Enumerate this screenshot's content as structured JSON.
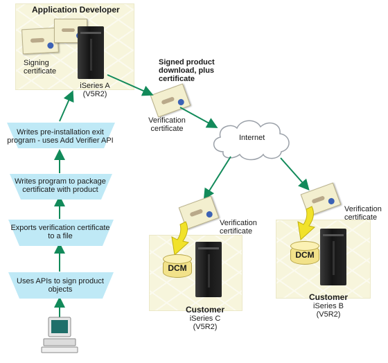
{
  "developer": {
    "title": "Application Developer",
    "signing_cert_label": "Signing\ncertificate",
    "server_label": "iSeries A\n(V5R2)"
  },
  "transfer": {
    "label": "Signed product\ndownload, plus\ncertificate",
    "cert_label": "Verification\ncertificate"
  },
  "internet_label": "Internet",
  "steps": [
    "Uses APIs to sign product\nobjects",
    "Exports verification certificate\nto a file",
    "Writes program to package\ncertificate with product",
    "Writes pre-installation exit\nprogram - uses Add Verifier API"
  ],
  "customer_c": {
    "title": "Customer",
    "server_label": "iSeries C\n(V5R2)",
    "cert_label": "Verification\ncertificate",
    "store_label": "DCM"
  },
  "customer_b": {
    "title": "Customer",
    "server_label": "iSeries B\n(V5R2)",
    "cert_label": "Verification\ncertificate",
    "store_label": "DCM"
  },
  "colors": {
    "arrow": "#128a5a",
    "step_box": "#bfe9f6",
    "panel": "#f7f5dc",
    "store": "#f2e28a"
  }
}
